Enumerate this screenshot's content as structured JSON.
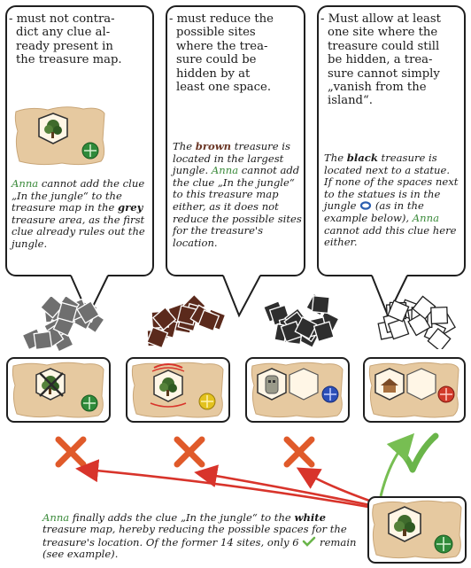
{
  "bubbles": [
    {
      "text": "must not contra-\ndict any clue al-\nready present in\nthe treasure map.",
      "note_name": "Anna",
      "note_1": " cannot add the clue „In the jungle“ to the treasure map in the ",
      "note_bold": "grey",
      "note_2": " treasure area, as the first clue already rules out the jungle."
    },
    {
      "text": "must reduce the\npossible sites\nwhere the trea-\nsure could be\nhidden by at\nleast one space.",
      "note_pre": "The ",
      "note_bold": "brown",
      "note_mid": " treasure is located in the largest jungle. ",
      "note_name": "Anna",
      "note_post": " cannot add the clue „In the jungle“ to this treasure map either, as it does not reduce the possible sites for the treasure's location."
    },
    {
      "text": "Must allow at least\none site where the\ntreasure could still\nbe hidden, a trea-\nsure cannot simply\n„vanish from the\nisland“.",
      "note_pre": "The ",
      "note_bold": "black",
      "note_mid": " treasure is located next to a statue. If none of the spaces next to the statues is in the jungle ",
      "note_after_icon": " (as in the example below), ",
      "note_name": "Anna",
      "note_post": " cannot add this clue here either."
    }
  ],
  "summary": {
    "name": "Anna",
    "part1": " finally adds the clue „In the jungle“ to the ",
    "bold": "white",
    "part2": " treasure map, hereby reducing the possible spaces for the treasure's location. Of the former 14 sites, only 6 ",
    "part3": " remain (see example)."
  },
  "colors": {
    "green": "#3a8a3a",
    "brown_tiles": "#5b2a1c",
    "grey_tiles": "#6f6f6f",
    "black_tiles": "#2e2e2e",
    "white_tiles": "#ffffff",
    "cross": "#e05a2a",
    "check": "#6ab54a",
    "arrow_red": "#d8342b",
    "arrow_green": "#77be52",
    "parchment": "#e6c9a0"
  },
  "results": [
    "cross",
    "cross",
    "cross",
    "check"
  ]
}
